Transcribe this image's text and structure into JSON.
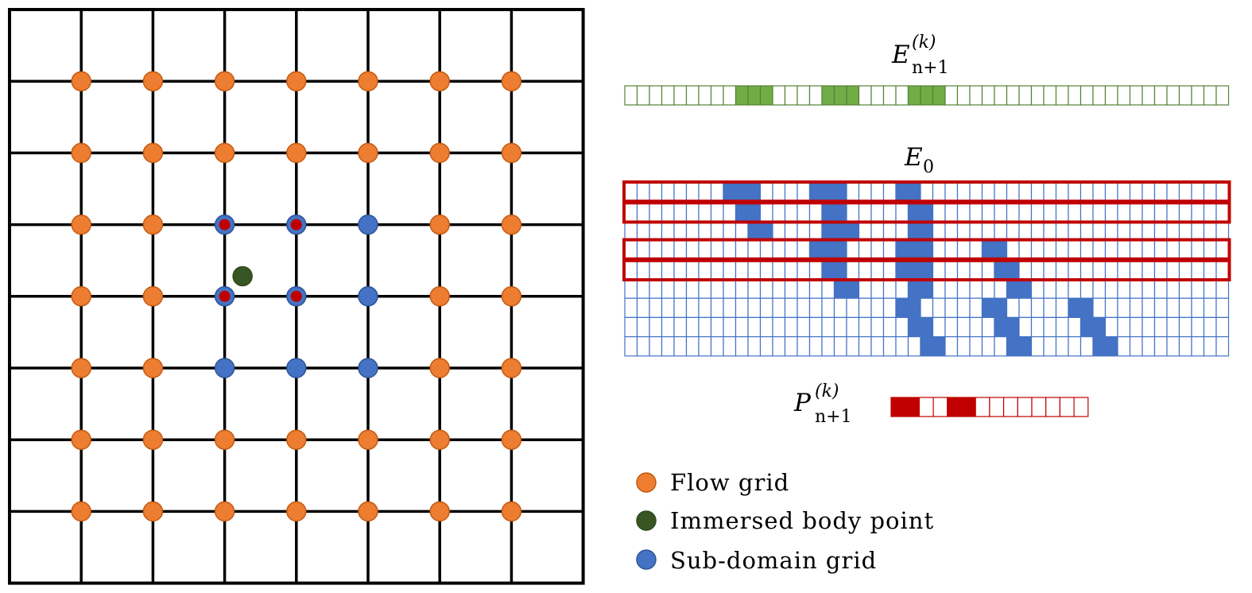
{
  "grid": {
    "columns": 8,
    "rows": 8,
    "interior_nodes": {
      "cols": 7,
      "rows": 7
    },
    "sub_domain_nodes": [
      [
        2,
        2
      ],
      [
        3,
        2
      ],
      [
        4,
        2
      ],
      [
        2,
        3
      ],
      [
        3,
        3
      ],
      [
        4,
        3
      ],
      [
        2,
        4
      ],
      [
        3,
        4
      ],
      [
        4,
        4
      ]
    ],
    "highlighted_nodes": [
      [
        2,
        2
      ],
      [
        3,
        2
      ],
      [
        2,
        3
      ],
      [
        3,
        3
      ]
    ],
    "immersed_body_points": [
      [
        2.25,
        2.72
      ]
    ]
  },
  "colors": {
    "flow": "#ED7D31",
    "flow_stroke": "#C55A11",
    "sub": "#4472C4",
    "sub_stroke": "#2F5597",
    "immersed": "#375623",
    "immersed_stroke": "#2E4A1E",
    "red": "#C00000",
    "green_fill": "#70AD47",
    "green_stroke": "#548235",
    "blue_fill": "#4472C4",
    "blue_stroke": "#4472C4"
  },
  "labels": {
    "e_next": {
      "base": "E",
      "sup": "(k)",
      "sub": "n+1"
    },
    "e0": {
      "base": "E",
      "sub": "0"
    },
    "p_next": {
      "base": "P",
      "sup": "(k)",
      "sub": "n+1"
    }
  },
  "e_next_vector": {
    "cells": 49,
    "filled": [
      9,
      10,
      11,
      16,
      17,
      18,
      23,
      24,
      25
    ]
  },
  "e0_matrix": {
    "cols": 49,
    "rows": 9,
    "filled": [
      [
        8,
        9,
        10,
        15,
        16,
        17,
        22,
        23
      ],
      [
        9,
        10,
        16,
        17,
        23,
        24
      ],
      [
        10,
        11,
        16,
        17,
        18,
        23,
        24
      ],
      [
        15,
        16,
        17,
        22,
        23,
        24,
        29,
        30
      ],
      [
        16,
        17,
        22,
        23,
        24,
        30,
        31
      ],
      [
        17,
        18,
        23,
        24,
        31,
        32
      ],
      [
        22,
        23,
        29,
        30,
        36,
        37
      ],
      [
        23,
        24,
        30,
        31,
        37,
        38
      ],
      [
        24,
        25,
        31,
        32,
        38,
        39
      ]
    ],
    "highlighted_rows": [
      0,
      1,
      3,
      4
    ]
  },
  "p_next_vector": {
    "cells": 14,
    "filled": [
      0,
      1,
      4,
      5
    ]
  },
  "legend": [
    {
      "icon": "flow-grid-icon",
      "label": "Flow grid",
      "color": "#ED7D31",
      "stroke": "#C55A11"
    },
    {
      "icon": "immersed-body-point-icon",
      "label": "Immersed body point",
      "color": "#375623",
      "stroke": "#2E4A1E"
    },
    {
      "icon": "sub-domain-grid-icon",
      "label": "Sub-domain grid",
      "color": "#4472C4",
      "stroke": "#2F5597"
    }
  ]
}
